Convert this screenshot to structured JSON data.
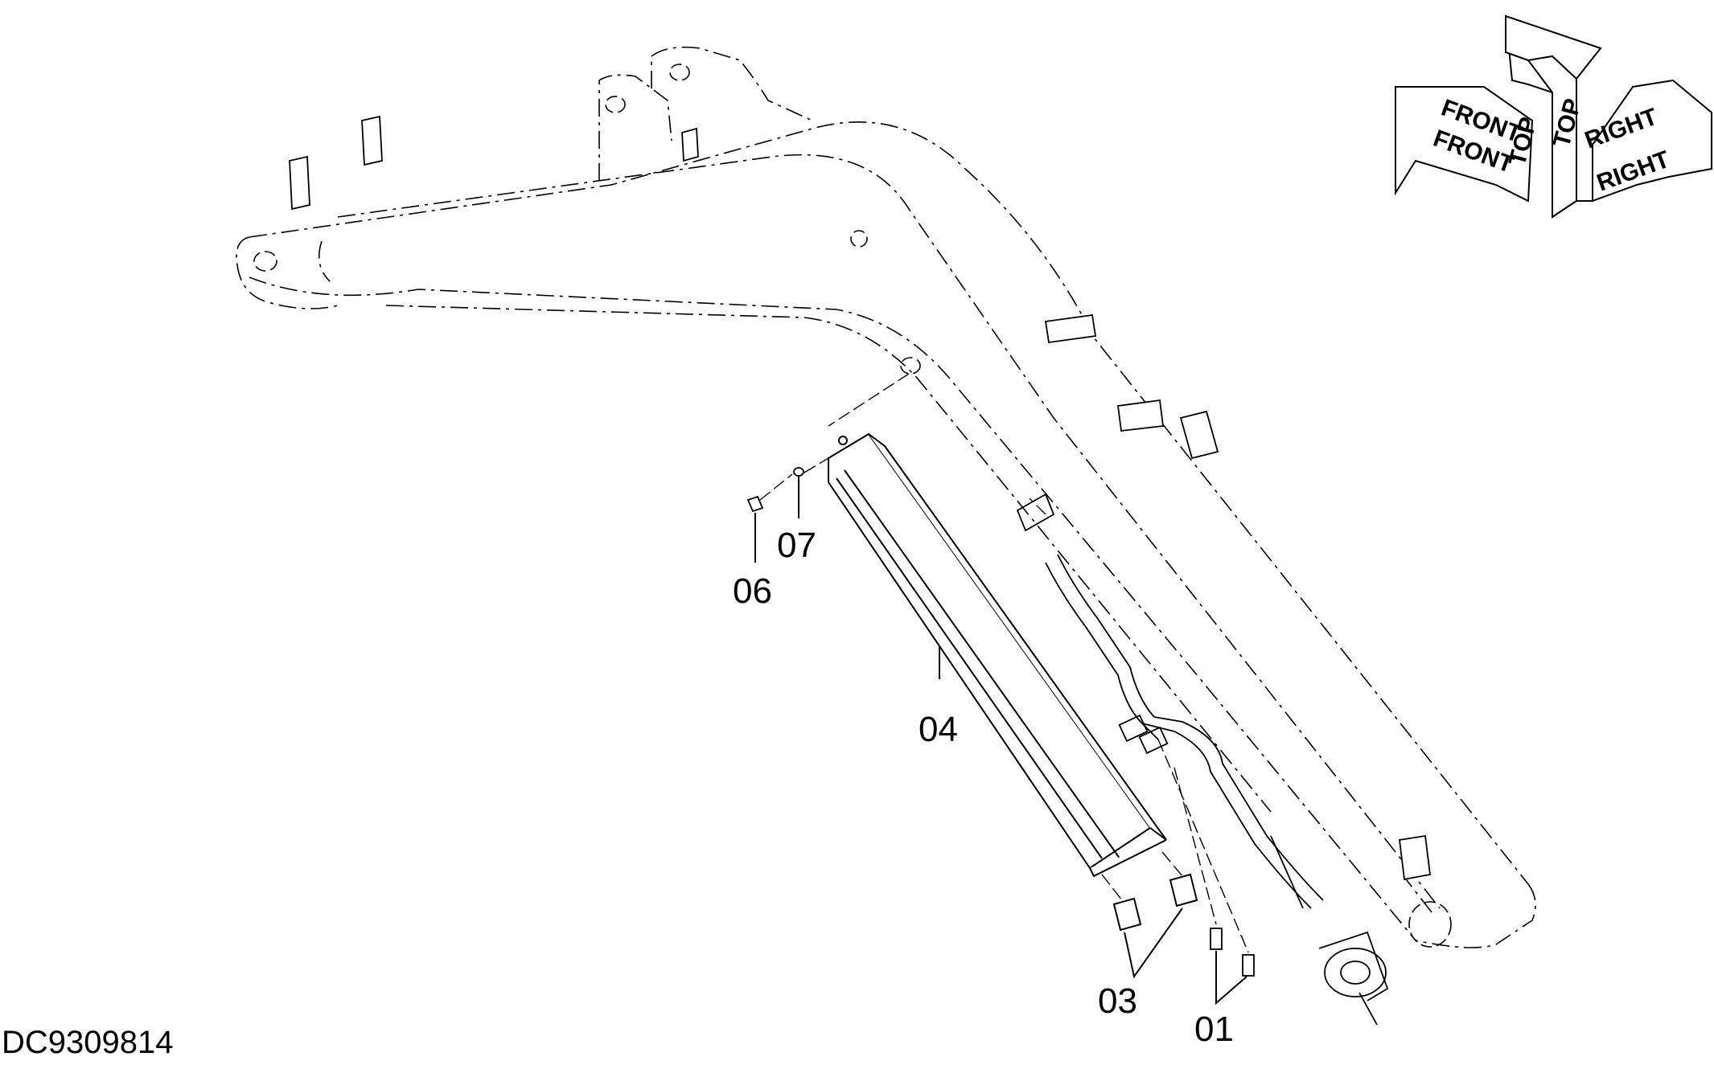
{
  "drawing_id": "DC9309814",
  "callouts": {
    "c01": "01",
    "c03": "03",
    "c04": "04",
    "c06": "06",
    "c07": "07"
  },
  "orientation": {
    "front_1": "FRONT",
    "front_2": "FRONT",
    "top_1": "TOP",
    "top_2": "TOP",
    "right_1": "RIGHT",
    "right_2": "RIGHT"
  },
  "colors": {
    "line": "#000000",
    "background": "#ffffff"
  }
}
